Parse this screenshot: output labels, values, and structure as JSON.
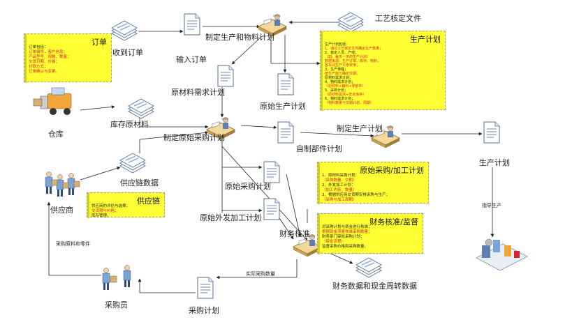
{
  "labels": {
    "receive_order": "收到订单",
    "input_order": "输入订单",
    "make_plan": "制定生产和物料计划",
    "process_docs": "工艺核定文件",
    "material_req": "原材料需求计划",
    "raw_prod_plan": "原始生产计划",
    "warehouse": "仓库",
    "inventory": "库存原材料",
    "make_purchase": "制定原始采购计划",
    "supply_data": "供应链数据",
    "supplier": "供应商",
    "raw_purchase": "原始采购计划",
    "outsource_plan": "原始外发加工计划",
    "self_parts": "自制部件计划",
    "make_prod_plan": "制定生产计划",
    "production_plan": "生产计划",
    "guide_prod": "指导生产",
    "finance_check": "财务核准",
    "finance_data": "财务数据和现金周转数据",
    "actual_qty": "实际采购数量",
    "purchase_plan": "采购计划",
    "buyer": "采购员",
    "buy_material": "采购原料和零件"
  },
  "notes": {
    "order": {
      "title": "订单",
      "lines": [
        "订单包括：",
        "订单编号，客户信息；",
        "产品型号、规格、数量；",
        "交货日期、价格；",
        "付款方式；",
        "订单确认与变更。"
      ]
    },
    "prod_plan": {
      "title": "生产计划",
      "lines": [
        "生产计划包括：",
        "1、通过工艺核定文件确定生产数量；",
        "2、核定人员、产线；",
        "（如：每天一天的生产计划）",
        "数据来源：生产订单、库存、物料；",
        "各车间生产工序安排；",
        "3、生产排程；",
        "按生产能力确定交期；",
        "原材料需求计划；",
        "4、物料需求计划；",
        "（原材料+辅料+零部件）",
        "5、采购计划；",
        "（原材料需求+安全库存）",
        "6、物料需求计划；",
        "（物料数量与交期计划、周期）"
      ]
    },
    "supply": {
      "title": "供应链",
      "lines": [
        "供应商的评估与选择；",
        "交货期与价格；",
        "库存管理。"
      ]
    },
    "purchase": {
      "title": "原始采购/加工计划",
      "lines": [
        "1、原材料采购计划：",
        "（采购数量、交期）",
        "2、外发加工计划：",
        "（加工内容、数量）",
        "3、根据供应商交货期安排采购与生产；",
        "（采购与加工周期）"
      ]
    },
    "finance": {
      "title": "财务核准/监督",
      "lines": [
        "对采购计划与资金进行核准；",
        "根据现金流量核准采购数量；",
        "财务部门审批采购计划；",
        "（审批流程）",
        "监督采购价格和采购数量。"
      ]
    }
  }
}
